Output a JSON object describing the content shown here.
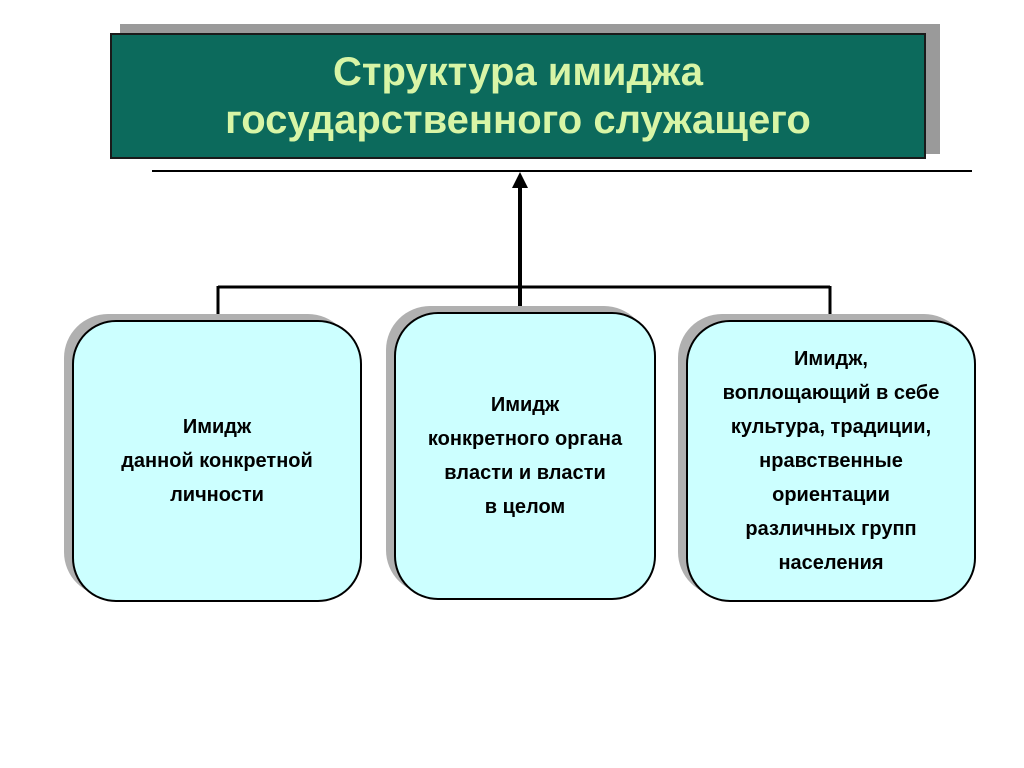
{
  "title": {
    "line1": "Структура имиджа",
    "line2": "государственного служащего"
  },
  "cards": [
    {
      "lines": [
        "Имидж",
        "данной конкретной",
        "личности"
      ]
    },
    {
      "lines": [
        "Имидж",
        "конкретного органа",
        "власти и власти",
        "в целом"
      ]
    },
    {
      "lines": [
        "Имидж,",
        "воплощающий в себе",
        "культура, традиции,",
        "нравственные",
        "ориентации",
        "различных групп",
        "населения"
      ]
    }
  ],
  "colors": {
    "title_background": "#0c6a5c",
    "title_text": "#d8f5a6",
    "card_fill": "#ccffff",
    "shadow": "#b0b0b0"
  }
}
